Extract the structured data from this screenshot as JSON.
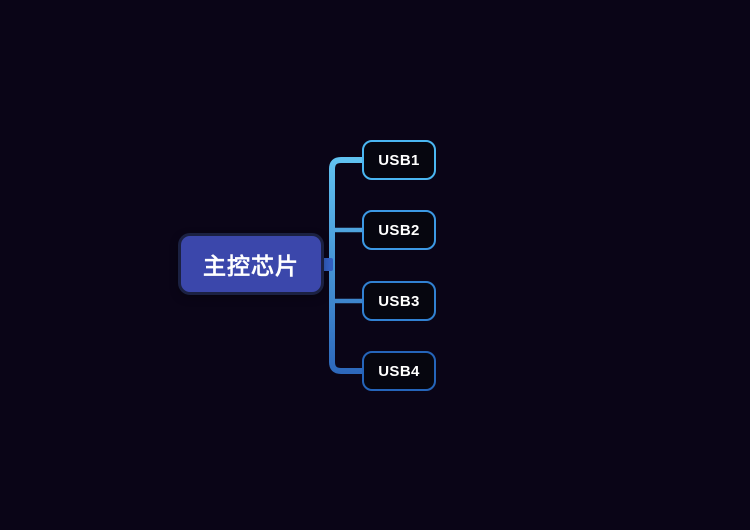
{
  "diagram": {
    "type": "mindmap",
    "root": {
      "label": "主控芯片"
    },
    "children": [
      {
        "label": "USB1",
        "border_color": "#4ab6f1"
      },
      {
        "label": "USB2",
        "border_color": "#3c99e4"
      },
      {
        "label": "USB3",
        "border_color": "#3181d2"
      },
      {
        "label": "USB4",
        "border_color": "#2565ba"
      }
    ],
    "colors": {
      "background": "#0a0517",
      "root_fill": "#3b47ab",
      "root_halo": "#1b2142",
      "root_text": "#ffffff",
      "child_fill": "#06060f",
      "child_text": "#ffffff",
      "connector_top": "#63c6f3",
      "connector_bottom": "#2a63b8",
      "root_connector_nub": "#3360c2"
    }
  }
}
